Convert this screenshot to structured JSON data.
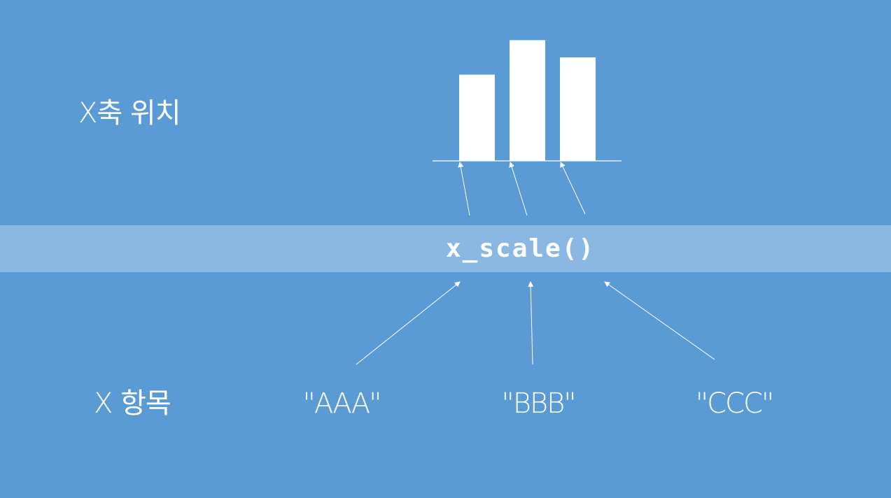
{
  "labels": {
    "position": "X축 위치",
    "category": "X 항목",
    "function": "x_scale()"
  },
  "colors": {
    "background": "#5b9bd5",
    "band": "#8bb8e3",
    "foreground": "#ffffff"
  },
  "chart_data": {
    "type": "bar",
    "categories": [
      "\"AAA\"",
      "\"BBB\"",
      "\"CCC\""
    ],
    "values": [
      5,
      7,
      6
    ],
    "ylim": [
      0,
      7.3
    ],
    "grid": false
  }
}
